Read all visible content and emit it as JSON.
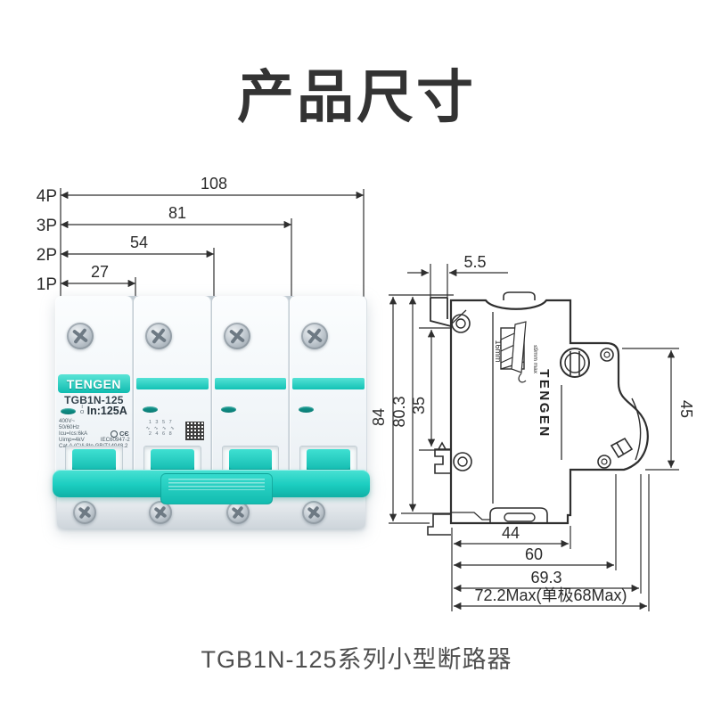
{
  "page": {
    "title": "产品尺寸",
    "caption": "TGB1N-125系列小型断路器"
  },
  "front_view": {
    "pole_rows": [
      {
        "label": "4P",
        "value": "108"
      },
      {
        "label": "3P",
        "value": "81"
      },
      {
        "label": "2P",
        "value": "54"
      },
      {
        "label": "1P",
        "value": "27"
      }
    ],
    "breaker": {
      "brand": "TENGEN",
      "model": "TGB1N-125",
      "rating": "In:125A",
      "indicator_on": "I",
      "indicator_off": "O",
      "specs": [
        "400V~",
        "50/60Hz",
        "Icu=Ics:6kA",
        "Uimp=4kV",
        "Cat.A (C)Ii.8In GB/T14048.2"
      ],
      "standard": "IEC60947-2",
      "ce_mark": "CЄ",
      "wiring_top": "1 3 5 7",
      "wiring_symbol": "∿ ∿ ∿ ∿",
      "wiring_bottom": "2 4 6 8"
    }
  },
  "side_view": {
    "brand_vertical": "TENGEN",
    "rail_label": "16mm",
    "note_label": "≤9mm max",
    "dims": {
      "tab_width": "5.5",
      "total_height": "84",
      "body_height": "80.3",
      "rail_offset": "35",
      "handle_height": "45",
      "depth_a": "44",
      "depth_b": "60",
      "depth_c": "69.3",
      "depth_max": "72.2Max(单极68Max)"
    }
  },
  "colors": {
    "teal": "#1ccdc0",
    "teal_dark": "#0da89d",
    "line": "#2f2f2f"
  }
}
